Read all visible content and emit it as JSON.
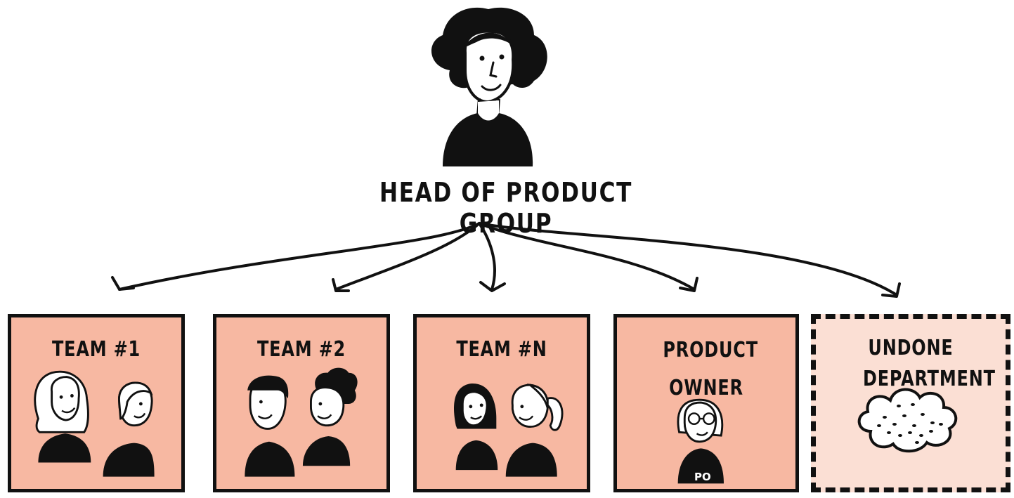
{
  "diagram": {
    "head": {
      "title": "HEAD OF PRODUCT GROUP",
      "icon": "head-of-product-person-icon"
    },
    "units": [
      {
        "label": "TEAM #1",
        "icon": "team-people-icon",
        "style": "solid"
      },
      {
        "label": "TEAM #2",
        "icon": "team-people-icon",
        "style": "solid"
      },
      {
        "label": "TEAM #N",
        "icon": "team-people-icon",
        "style": "solid"
      },
      {
        "label": "PRODUCT OWNER",
        "icon": "product-owner-person-icon",
        "badge": "PO",
        "style": "solid"
      },
      {
        "label": "UNDONE DEPARTMENT",
        "icon": "cloud-icon",
        "style": "dashed"
      }
    ],
    "colors": {
      "box_fill": "#f7b8a2",
      "dashed_box_fill": "#fbdfd4",
      "ink": "#111111"
    }
  }
}
